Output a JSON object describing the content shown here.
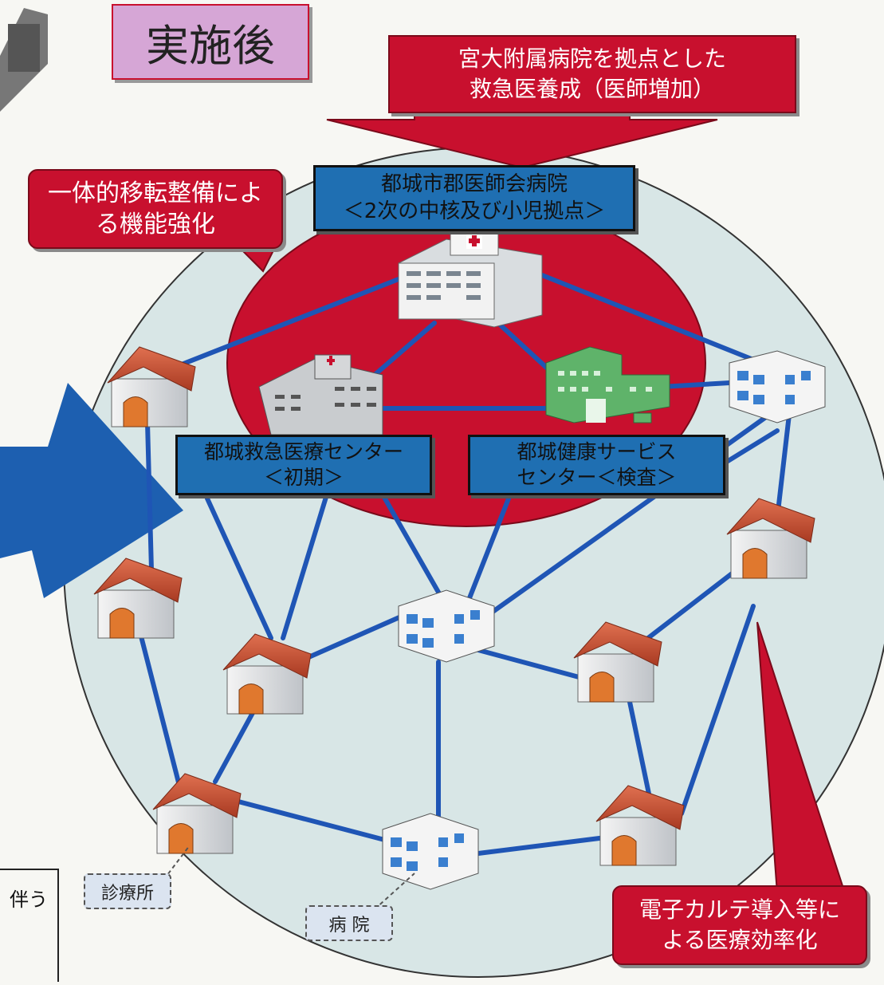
{
  "title": "実施後",
  "top_callout": "宮大附属病院を拠点とした\n救急医養成（医師増加）",
  "left_callout": "一体的移転整備によ\nる機能強化",
  "bottom_callout": "電子カルテ導入等に\nよる医療効率化",
  "hub": {
    "name": "都城市郡医師会病院\n＜2次の中核及び小児拠点＞"
  },
  "emergency_center": "都城救急医療センター\n＜初期＞",
  "health_center": "都城健康サービス\nセンター＜検査＞",
  "legend_clinic": "診療所",
  "legend_hospital": "病 院",
  "edge_text": "伴う",
  "colors": {
    "red": "#c8102e",
    "blue": "#1f6fb2",
    "line": "#1f55b5",
    "circle": "#d8e6e6",
    "arrow": "#1d5fb0"
  }
}
